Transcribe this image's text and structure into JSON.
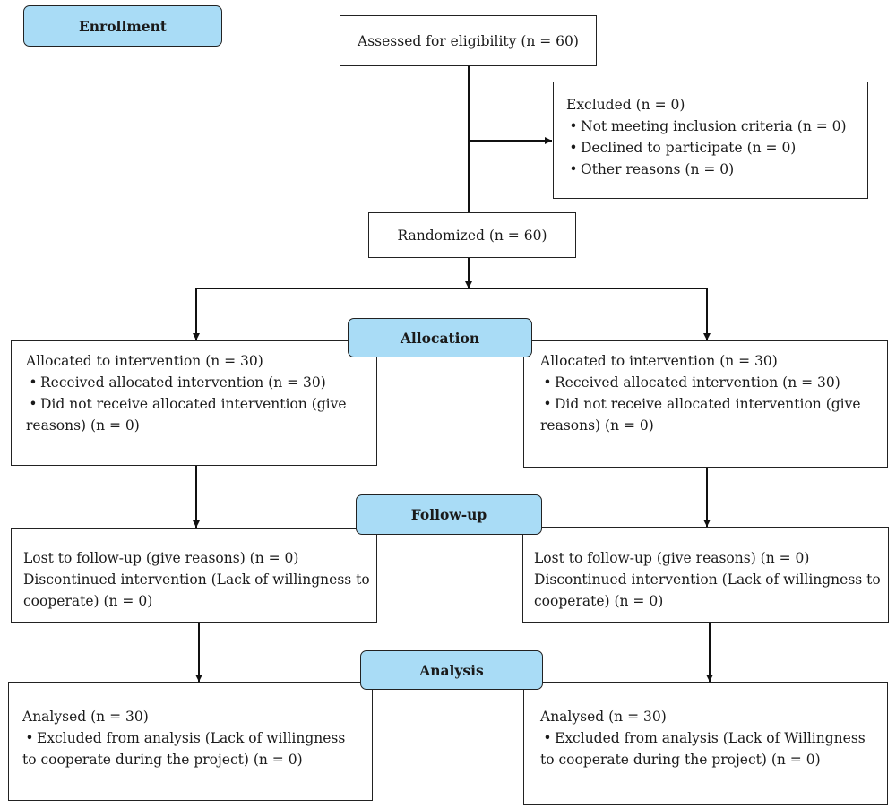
{
  "stages": {
    "enrollment": "Enrollment",
    "allocation": "Allocation",
    "follow_up": "Follow-up",
    "analysis": "Analysis"
  },
  "assessed": "Assessed for eligibility (n = 60)",
  "excluded": {
    "title": "Excluded (n = 0)",
    "items": [
      "Not meeting inclusion criteria (n = 0)",
      "Declined to participate (n = 0)",
      "Other reasons (n = 0)"
    ]
  },
  "randomized": "Randomized (n = 60)",
  "allocation": {
    "left": {
      "title": "Allocated to intervention (n = 30)",
      "received": "Received allocated intervention (n = 30)",
      "not_received_1": "Did not receive allocated intervention (give",
      "not_received_2": "reasons) (n = 0)"
    },
    "right": {
      "title": "Allocated to intervention (n = 30)",
      "received": "Received allocated intervention (n = 30)",
      "not_received_1": "Did not receive allocated intervention (give",
      "not_received_2": "reasons) (n = 0)"
    }
  },
  "follow_up": {
    "left": {
      "lost": "Lost to follow-up (give reasons) (n = 0)",
      "discontinued_1": "Discontinued intervention (Lack of willingness to",
      "discontinued_2": "cooperate) (n = 0)"
    },
    "right": {
      "lost": "Lost to follow-up (give reasons) (n = 0)",
      "discontinued_1": "Discontinued intervention (Lack of willingness to",
      "discontinued_2": "cooperate) (n = 0)"
    }
  },
  "analysis": {
    "left": {
      "title": "Analysed (n = 30)",
      "excluded_1": "Excluded from analysis (Lack of willingness",
      "excluded_2": "to cooperate during the project) (n = 0)"
    },
    "right": {
      "title": "Analysed (n = 30)",
      "excluded_1": "Excluded from analysis (Lack of Willingness",
      "excluded_2": "to cooperate during the project) (n = 0)"
    }
  }
}
